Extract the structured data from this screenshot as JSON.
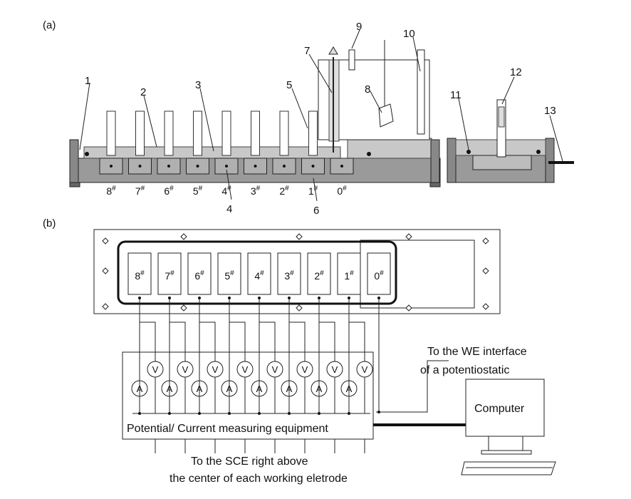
{
  "panels": {
    "a_label": "(a)",
    "b_label": "(b)"
  },
  "part_numbers": [
    "1",
    "2",
    "3",
    "4",
    "5",
    "6",
    "7",
    "8",
    "9",
    "10",
    "11",
    "12",
    "13"
  ],
  "electrodes": [
    "8#",
    "7#",
    "6#",
    "5#",
    "4#",
    "3#",
    "2#",
    "1#",
    "0#"
  ],
  "meters": {
    "voltmeter": "V",
    "ammeter": "A"
  },
  "texts": {
    "equipment": "Potential/ Current measuring equipment",
    "computer": "Computer",
    "we_line1": "To the WE interface",
    "we_line2": "of a potentiostatic",
    "sce_line1": "To the SCE right above",
    "sce_line2": "the center of each working eletrode"
  },
  "colors": {
    "trough": "#9a9a9a",
    "rail": "#c8c8c8",
    "line": "#222222"
  }
}
